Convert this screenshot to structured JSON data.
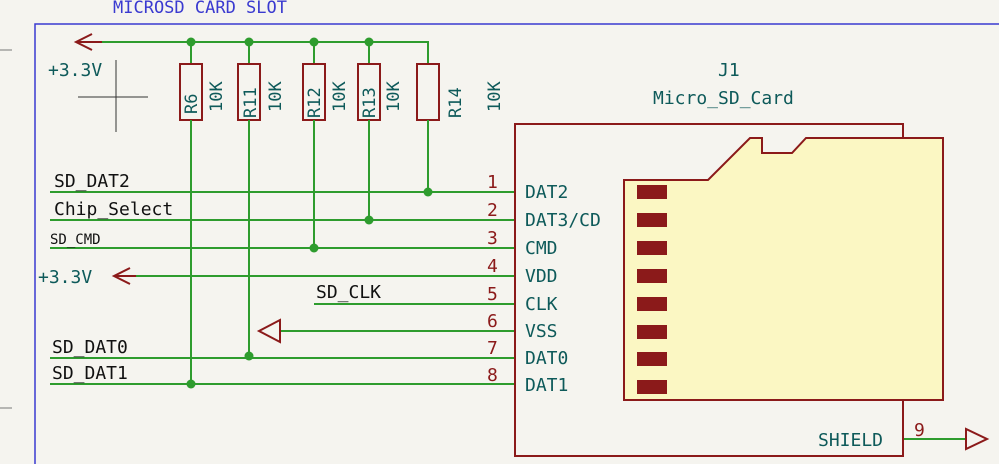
{
  "sheet_title": "MICROSD CARD SLOT",
  "power_label_top": "+3.3V",
  "power_label_vdd": "+3.3V",
  "resistors": [
    {
      "ref": "R6",
      "value": "10K"
    },
    {
      "ref": "R11",
      "value": "10K"
    },
    {
      "ref": "R12",
      "value": "10K"
    },
    {
      "ref": "R13",
      "value": "10K"
    },
    {
      "ref": "R14",
      "value": "10K"
    }
  ],
  "connector": {
    "ref": "J1",
    "value": "Micro_SD_Card",
    "pins": [
      {
        "num": "1",
        "name": "DAT2"
      },
      {
        "num": "2",
        "name": "DAT3/CD"
      },
      {
        "num": "3",
        "name": "CMD"
      },
      {
        "num": "4",
        "name": "VDD"
      },
      {
        "num": "5",
        "name": "CLK"
      },
      {
        "num": "6",
        "name": "VSS"
      },
      {
        "num": "7",
        "name": "DAT0"
      },
      {
        "num": "8",
        "name": "DAT1"
      }
    ],
    "shield_name": "SHIELD",
    "shield_num": "9"
  },
  "net_labels": {
    "dat2": "SD_DAT2",
    "cs": "Chip_Select",
    "cmd": "SD_CMD",
    "clk": "SD_CLK",
    "dat0": "SD_DAT0",
    "dat1": "SD_DAT1"
  },
  "colors": {
    "background": "#f5f4ef",
    "wire": "#2e9c2e",
    "symbol": "#8b1a1a",
    "pin_text": "#0e5a5a",
    "net_text": "#111111",
    "card_fill": "#fbf7c3",
    "sheet_border": "#3a3ad0"
  }
}
